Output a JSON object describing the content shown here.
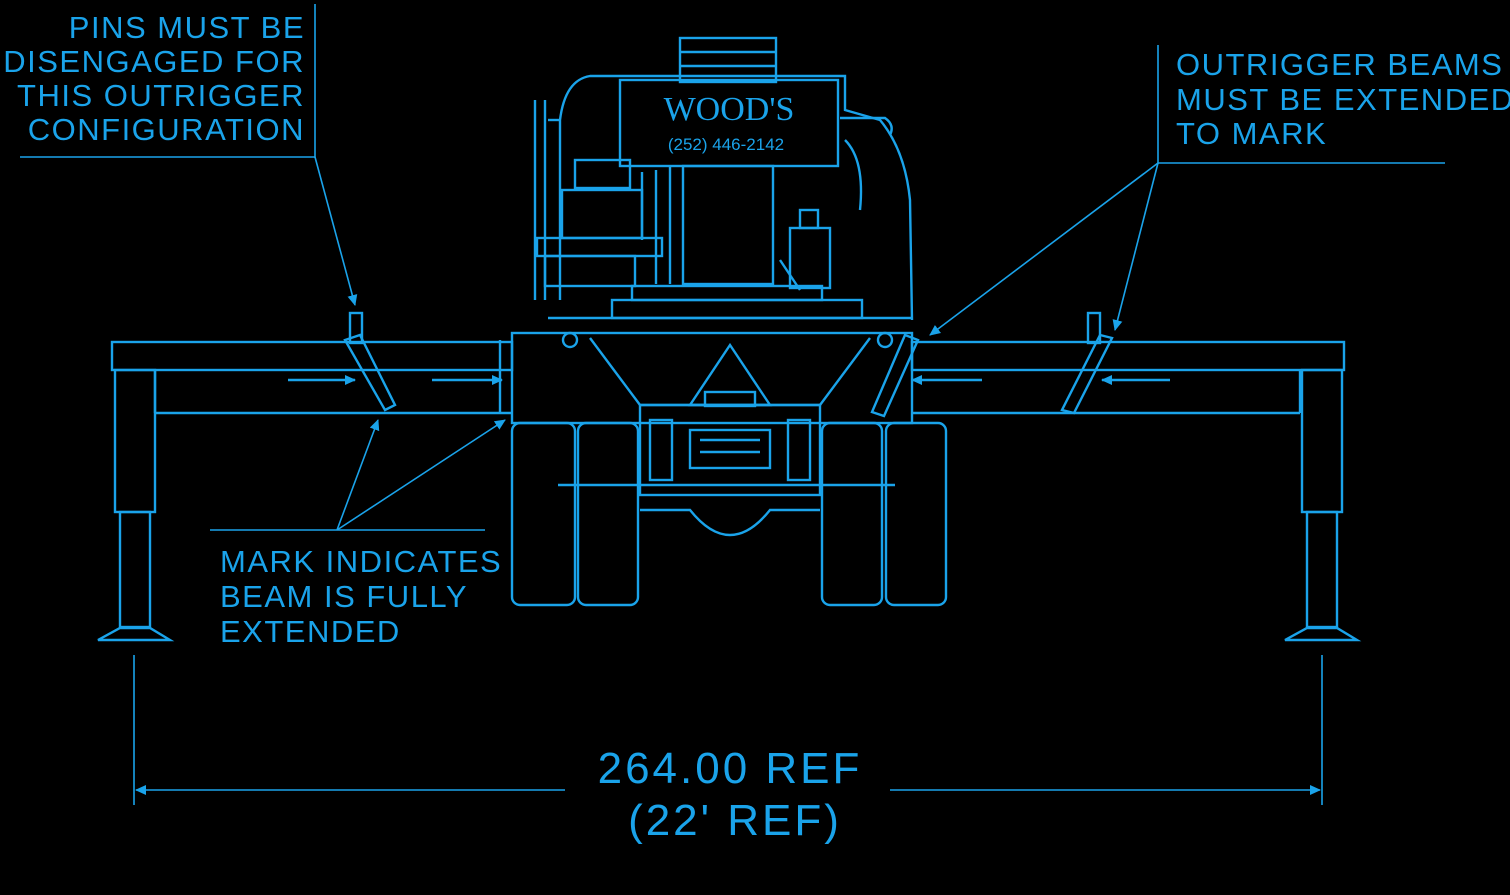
{
  "notes": {
    "pins": [
      "PINS MUST BE",
      "DISENGAGED FOR",
      "THIS OUTRIGGER",
      "CONFIGURATION"
    ],
    "beams": [
      "OUTRIGGER BEAMS",
      "MUST BE EXTENDED",
      "TO MARK"
    ],
    "mark": [
      "MARK INDICATES",
      "BEAM IS FULLY",
      "EXTENDED"
    ]
  },
  "dimension": {
    "primary": "264.00 REF",
    "secondary": "(22' REF)"
  },
  "machine_sign": {
    "brand": "WOOD'S",
    "phone": "(252) 446-2142"
  },
  "colors": {
    "line": "#1aa3ea",
    "background": "#000000"
  }
}
